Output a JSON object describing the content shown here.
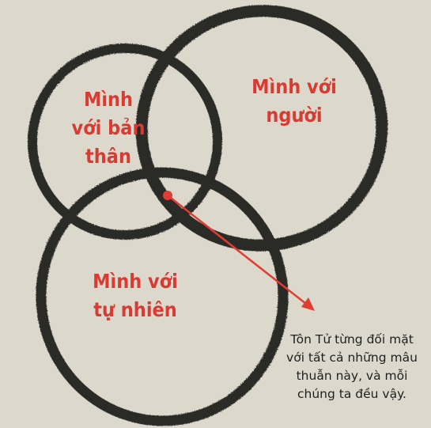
{
  "diagram": {
    "circles": [
      {
        "id": "self",
        "label_lines": [
          "Mình",
          "với bản",
          "thân"
        ]
      },
      {
        "id": "others",
        "label_lines": [
          "Mình với",
          "người"
        ]
      },
      {
        "id": "nature",
        "label_lines": [
          "Mình với",
          "tự nhiên"
        ]
      }
    ],
    "caption_lines": [
      "Tôn Tử từng đối mặt",
      "với tất cả những mâu",
      "thuẫn này, và mỗi",
      "chúng ta đều vậy."
    ],
    "colors": {
      "background": "#dcd8cc",
      "ring": "#2b2926",
      "label": "#d93a32",
      "arrow": "#e03c34",
      "caption": "#1f1f1f"
    }
  }
}
